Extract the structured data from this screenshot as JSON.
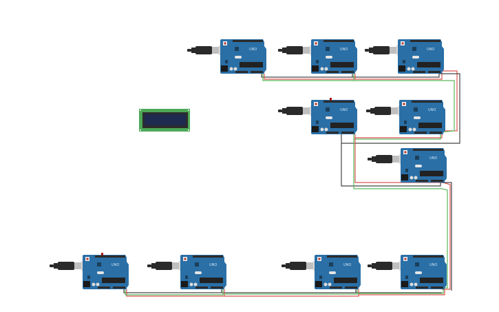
{
  "workspace": {
    "title": "Circuit canvas",
    "background": "#ffffff"
  },
  "colors": {
    "board": "#2a6fa6",
    "board_dark": "#1f5a88",
    "header": "#2b2b2b",
    "chip": "#222222",
    "usb_plug": "#2a2a2a",
    "usb_metal": "#d8d8d8",
    "reset": "#c0392b",
    "led": "#a31616",
    "lcd_pcb": "#4ca857",
    "lcd_bezel": "#2c2c2c",
    "lcd_screen": "#1e2a50",
    "wire_gnd": "#444444",
    "wire_red": "#d9534f",
    "wire_green": "#5cb85c"
  },
  "boards": [
    {
      "id": "uno-1",
      "label": "UNO",
      "row": "top",
      "led_on": false
    },
    {
      "id": "uno-2",
      "label": "UNO",
      "row": "top",
      "led_on": false
    },
    {
      "id": "uno-3",
      "label": "UNO",
      "row": "top",
      "led_on": false
    },
    {
      "id": "uno-4",
      "label": "UNO",
      "row": "middle",
      "led_on": true
    },
    {
      "id": "uno-5",
      "label": "UNO",
      "row": "middle",
      "led_on": false
    },
    {
      "id": "uno-6",
      "label": "UNO",
      "row": "middle",
      "led_on": false
    },
    {
      "id": "uno-7",
      "label": "UNO",
      "row": "bottom",
      "led_on": true
    },
    {
      "id": "uno-8",
      "label": "UNO",
      "row": "bottom",
      "led_on": false
    },
    {
      "id": "uno-9",
      "label": "UNO",
      "row": "bottom",
      "led_on": false
    },
    {
      "id": "uno-10",
      "label": "UNO",
      "row": "bottom",
      "led_on": false
    }
  ],
  "lcd": {
    "id": "lcd-16x2",
    "type": "LCD 16x2"
  },
  "wires": [
    {
      "name": "gnd-bus",
      "color": "wire_gnd"
    },
    {
      "name": "sda-bus",
      "color": "wire_red"
    },
    {
      "name": "scl-bus",
      "color": "wire_green"
    }
  ]
}
